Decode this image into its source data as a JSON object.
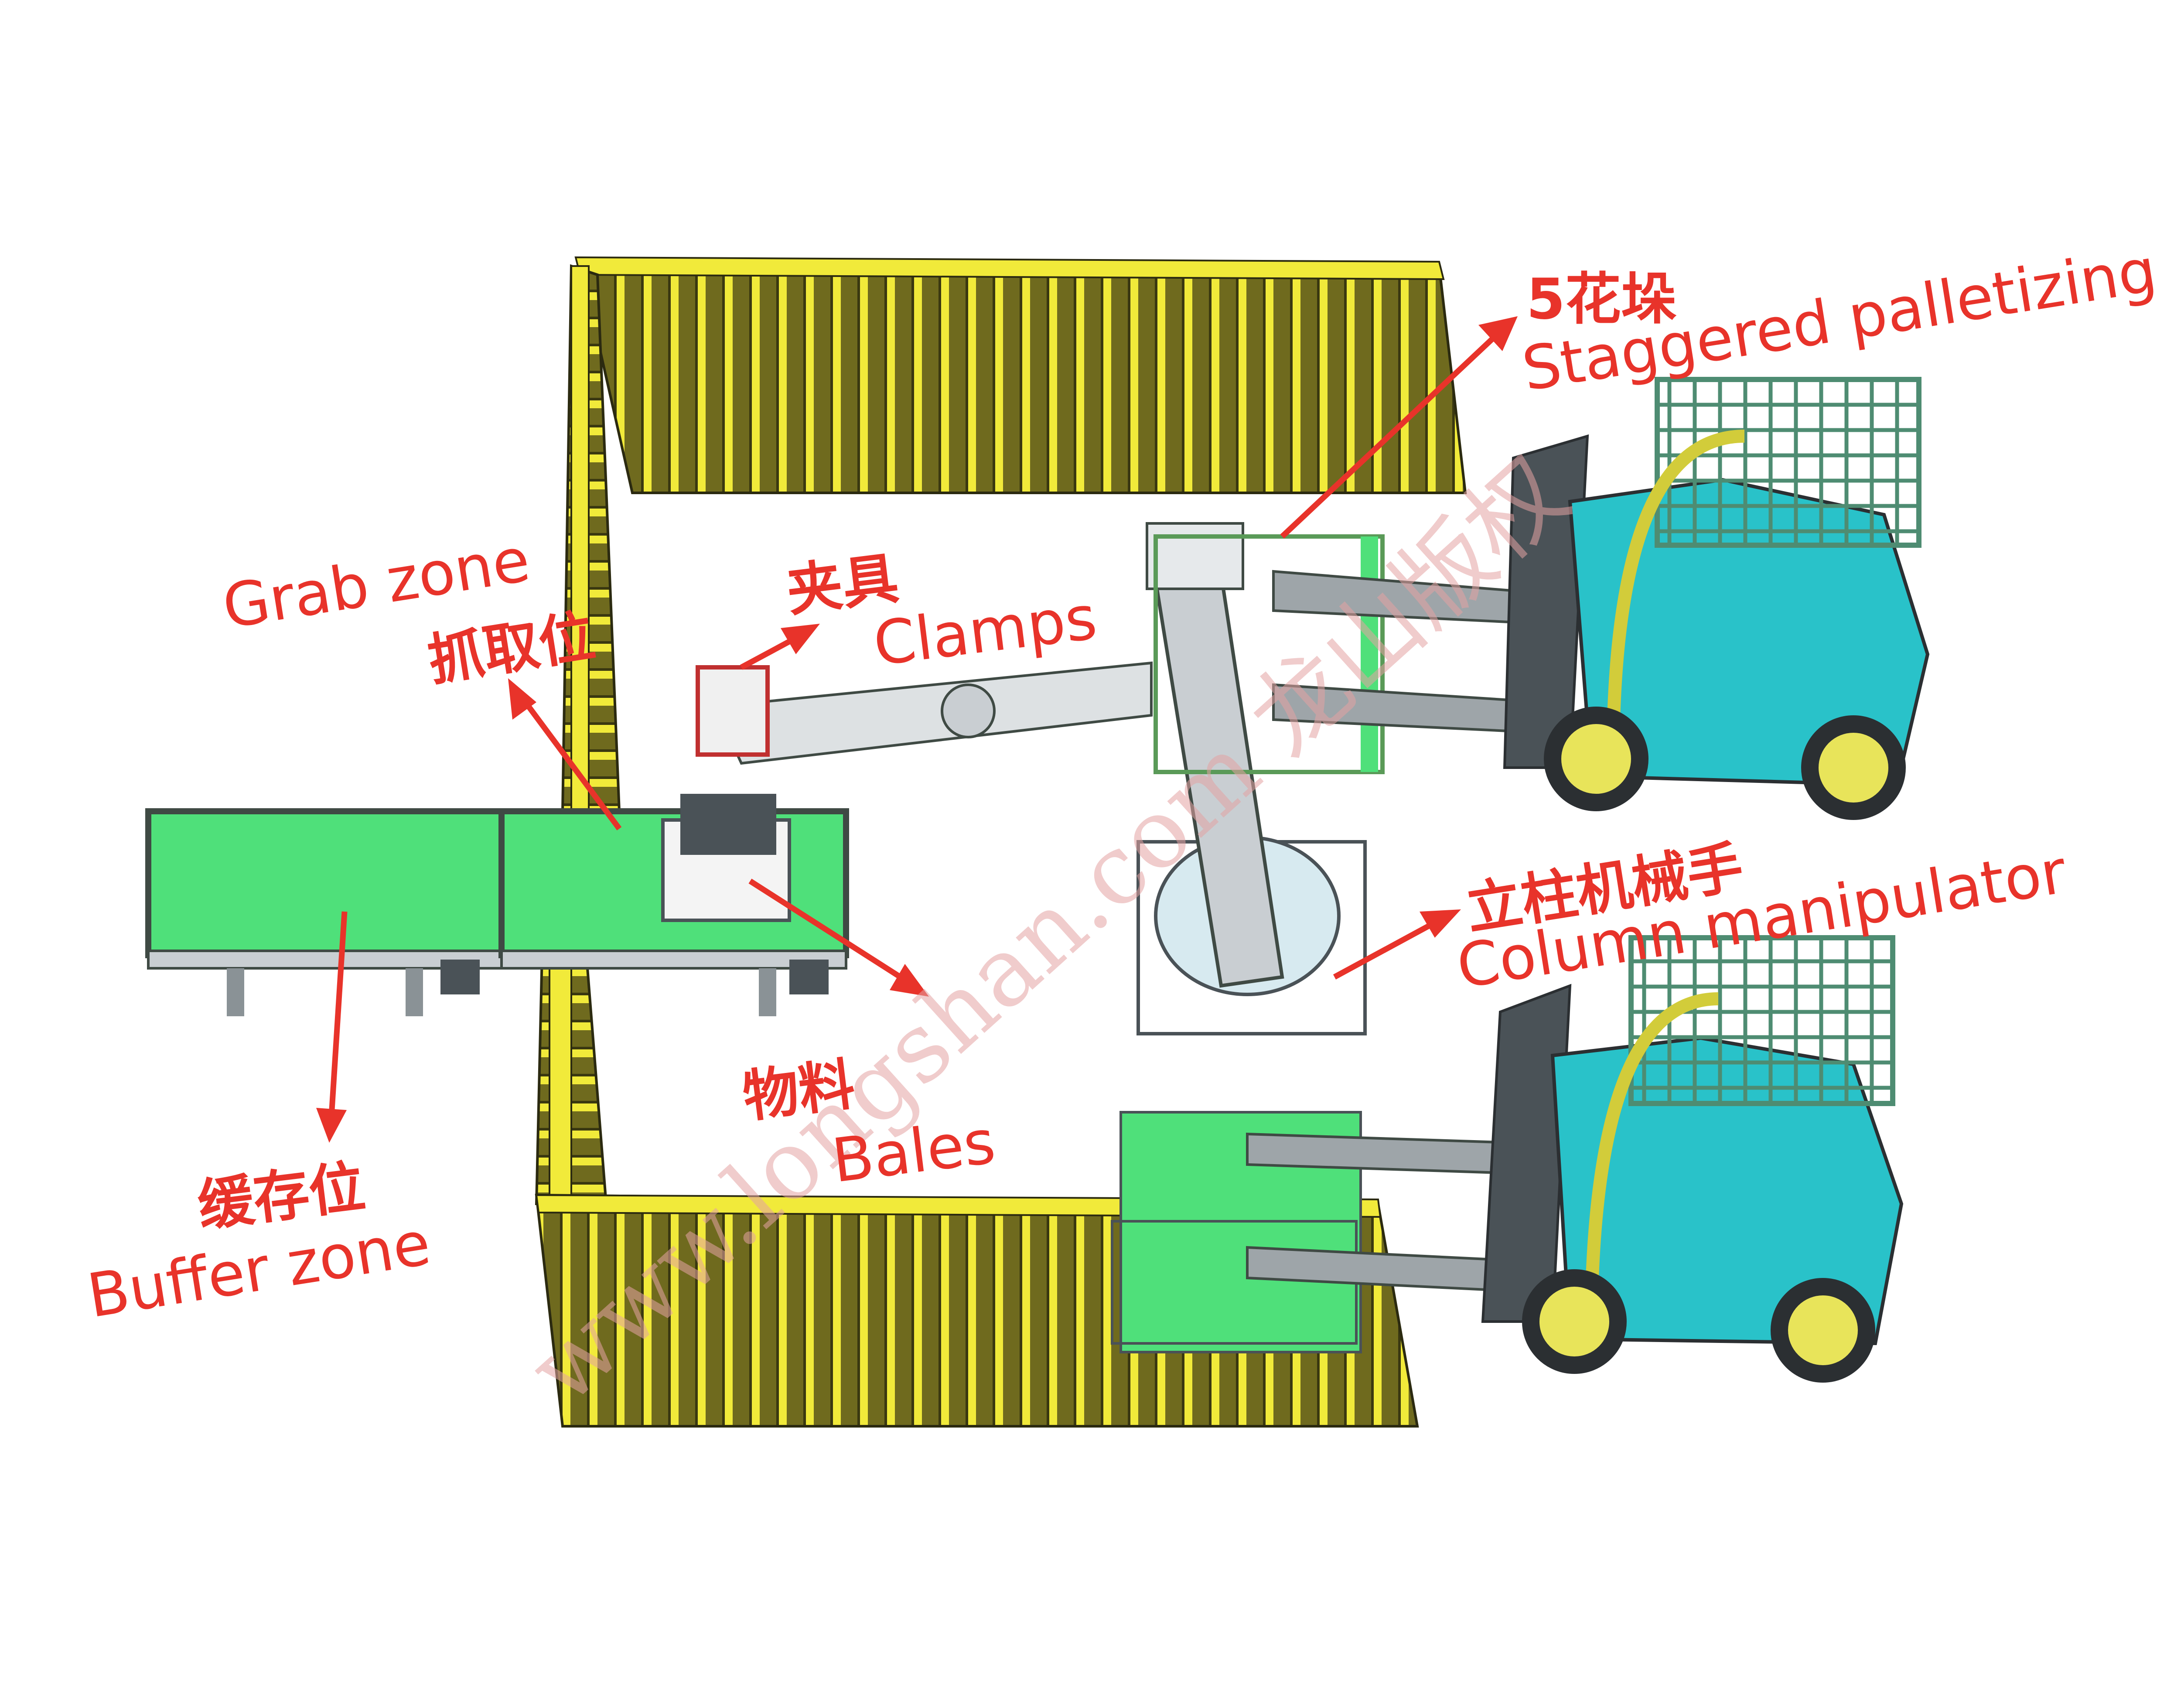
{
  "labels": {
    "staggered_cn": "5花垛",
    "staggered_en": "Staggered palletizing",
    "grab_en": "Grab zone",
    "grab_cn": "抓取位",
    "clamps_cn": "夹具",
    "clamps_en": "Clamps",
    "column_cn": "立柱机械手",
    "column_en": "Column manipulator",
    "bales_cn": "物料",
    "bales_en": "Bales",
    "buffer_cn": "缓存位",
    "buffer_en": "Buffer zone"
  },
  "watermark": "www.longshan.com 龙山版权",
  "colors": {
    "callout": "#e8332a",
    "frame_yellow": "#f1ea3a",
    "slat_olive": "#6f6a1e",
    "conveyor_green": "#4fe07a",
    "forklift_teal": "#29c2c9",
    "wheel_yellow": "#e8e45a",
    "machine_grey": "#c9ced2"
  },
  "icons": [
    "arrow-icon",
    "forklift-icon",
    "conveyor-icon",
    "fence-icon",
    "robot-arm-icon",
    "clamp-icon"
  ]
}
